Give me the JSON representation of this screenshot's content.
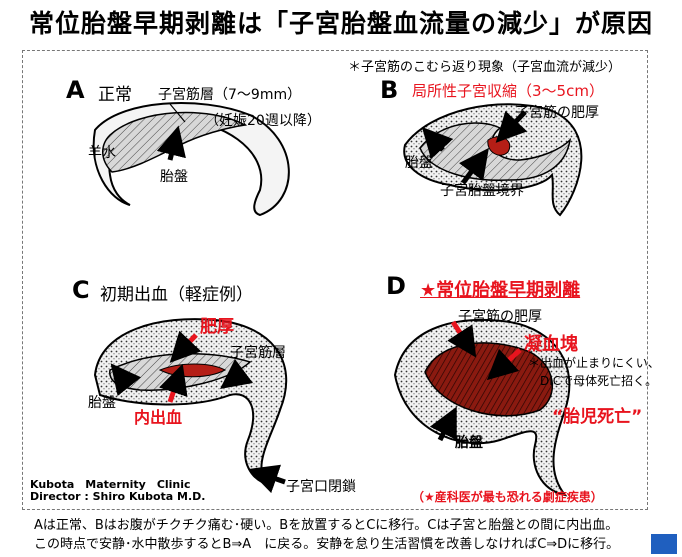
{
  "title": "常位胎盤早期剥離は「子宮胎盤血流量の減少」が原因",
  "note_top": "＊子宮筋のこむら返り現象（子宮血流が減少）",
  "panel_a": {
    "letter": "A",
    "name": "正常",
    "label_muscle": "子宮筋層（7～9mm）",
    "label_weeks": "（妊娠20週以降）",
    "label_amniotic": "羊水",
    "label_placenta": "胎盤"
  },
  "panel_b": {
    "letter": "B",
    "name": "局所性子宮収縮（3～5cm）",
    "label_thick": "子宮筋の肥厚",
    "label_placenta": "胎盤",
    "label_boundary": "子宮胎盤境界"
  },
  "panel_c": {
    "letter": "C",
    "name": "初期出血（軽症例）",
    "label_thick": "肥厚",
    "label_muscle": "子宮筋層",
    "label_placenta": "胎盤",
    "label_bleed": "内出血",
    "label_os": "子宮口閉鎖"
  },
  "panel_d": {
    "letter": "D",
    "name": "★常位胎盤早期剥離",
    "label_thick": "子宮筋の肥厚",
    "label_clot": "凝血塊",
    "note_line1": "＊出血が止まりにくい、",
    "note_line2": "DICで母体死亡招く。",
    "label_fetal_death": "“胎児死亡”",
    "label_placenta": "胎盤",
    "label_fear": "（★産科医が最も恐れる劇症疾患）"
  },
  "credit": {
    "line1": "Kubota　Maternity　Clinic",
    "line2": "Director : Shiro Kubota M.D."
  },
  "footer": {
    "line1": "Aは正常、Bはお腹がチクチク痛む･硬い。Bを放置するとCに移行。Cは子宮と胎盤との間に内出血。",
    "line2": "この時点で安静･水中散歩するとB⇒A　に戻る。安静を怠り生活習慣を改善しなければC⇒Dに移行。"
  },
  "colors": {
    "accent_red": "#e8141e",
    "clot": "#8a1a10",
    "placenta_fill": "#b8b8b8",
    "badge": "#1f5fbf"
  }
}
